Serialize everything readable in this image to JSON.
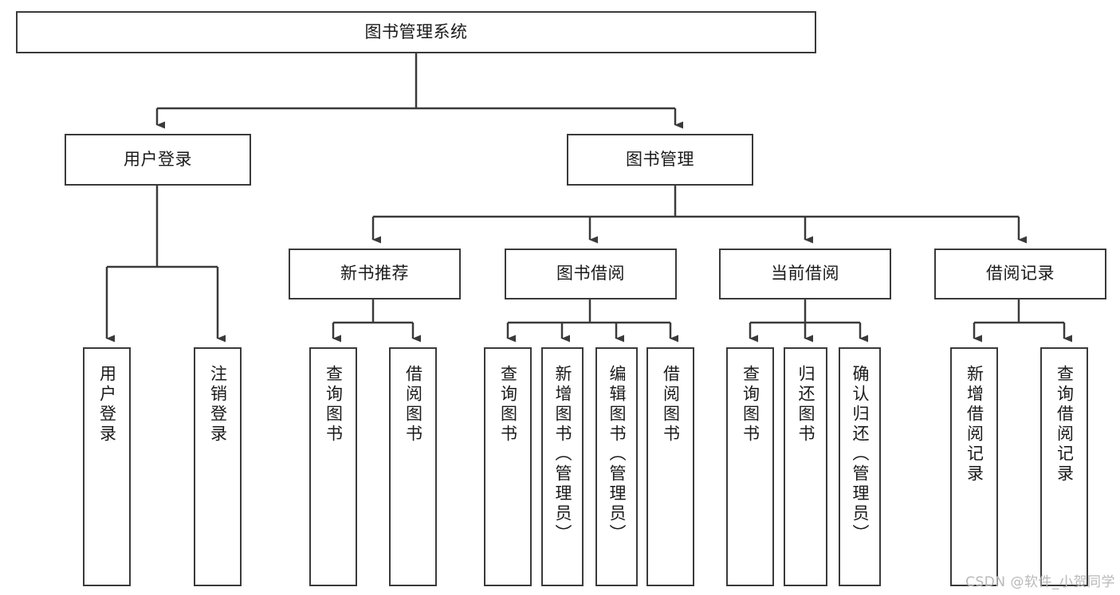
{
  "diagram": {
    "type": "tree-hierarchy-diagram",
    "title": "图书管理系统",
    "watermark": "CSDN @软件_小贺同学",
    "colors": {
      "box_stroke": "#3a3a3a",
      "box_fill": "#ffffff",
      "connector": "#3a3a3a",
      "text": "#1a1a1a",
      "watermark": "#b9b9b9"
    },
    "levels": [
      {
        "level": 1,
        "nodes": [
          {
            "id": "root",
            "label": "图书管理系统",
            "orientation": "horizontal"
          }
        ]
      },
      {
        "level": 2,
        "nodes": [
          {
            "id": "user-login",
            "label": "用户登录",
            "orientation": "horizontal",
            "parent": "root"
          },
          {
            "id": "book-manage",
            "label": "图书管理",
            "orientation": "horizontal",
            "parent": "root"
          }
        ]
      },
      {
        "level": 3,
        "nodes": [
          {
            "id": "new-book-rec",
            "label": "新书推荐",
            "orientation": "horizontal",
            "parent": "book-manage"
          },
          {
            "id": "book-borrow",
            "label": "图书借阅",
            "orientation": "horizontal",
            "parent": "book-manage"
          },
          {
            "id": "current-borrow",
            "label": "当前借阅",
            "orientation": "horizontal",
            "parent": "book-manage"
          },
          {
            "id": "borrow-record",
            "label": "借阅记录",
            "orientation": "horizontal",
            "parent": "book-manage"
          }
        ]
      },
      {
        "level": 4,
        "nodes": [
          {
            "id": "leaf-user-login",
            "label": "用户登录",
            "orientation": "vertical",
            "parent": "user-login"
          },
          {
            "id": "leaf-logout",
            "label": "注销登录",
            "orientation": "vertical",
            "parent": "user-login"
          },
          {
            "id": "leaf-query-book-1",
            "label": "查询图书",
            "orientation": "vertical",
            "parent": "new-book-rec"
          },
          {
            "id": "leaf-borrow-book-1",
            "label": "借阅图书",
            "orientation": "vertical",
            "parent": "new-book-rec"
          },
          {
            "id": "leaf-query-book-2",
            "label": "查询图书",
            "orientation": "vertical",
            "parent": "book-borrow"
          },
          {
            "id": "leaf-add-book",
            "label": "新增图书（管理员）",
            "orientation": "vertical",
            "parent": "book-borrow"
          },
          {
            "id": "leaf-edit-book",
            "label": "编辑图书（管理员）",
            "orientation": "vertical",
            "parent": "book-borrow"
          },
          {
            "id": "leaf-borrow-book-2",
            "label": "借阅图书",
            "orientation": "vertical",
            "parent": "book-borrow"
          },
          {
            "id": "leaf-query-book-3",
            "label": "查询图书",
            "orientation": "vertical",
            "parent": "current-borrow"
          },
          {
            "id": "leaf-return-book",
            "label": "归还图书",
            "orientation": "vertical",
            "parent": "current-borrow"
          },
          {
            "id": "leaf-confirm-return",
            "label": "确认归还（管理员）",
            "orientation": "vertical",
            "parent": "current-borrow"
          },
          {
            "id": "leaf-add-record",
            "label": "新增借阅记录",
            "orientation": "vertical",
            "parent": "borrow-record"
          },
          {
            "id": "leaf-query-record",
            "label": "查询借阅记录",
            "orientation": "vertical",
            "parent": "borrow-record"
          }
        ]
      }
    ]
  }
}
